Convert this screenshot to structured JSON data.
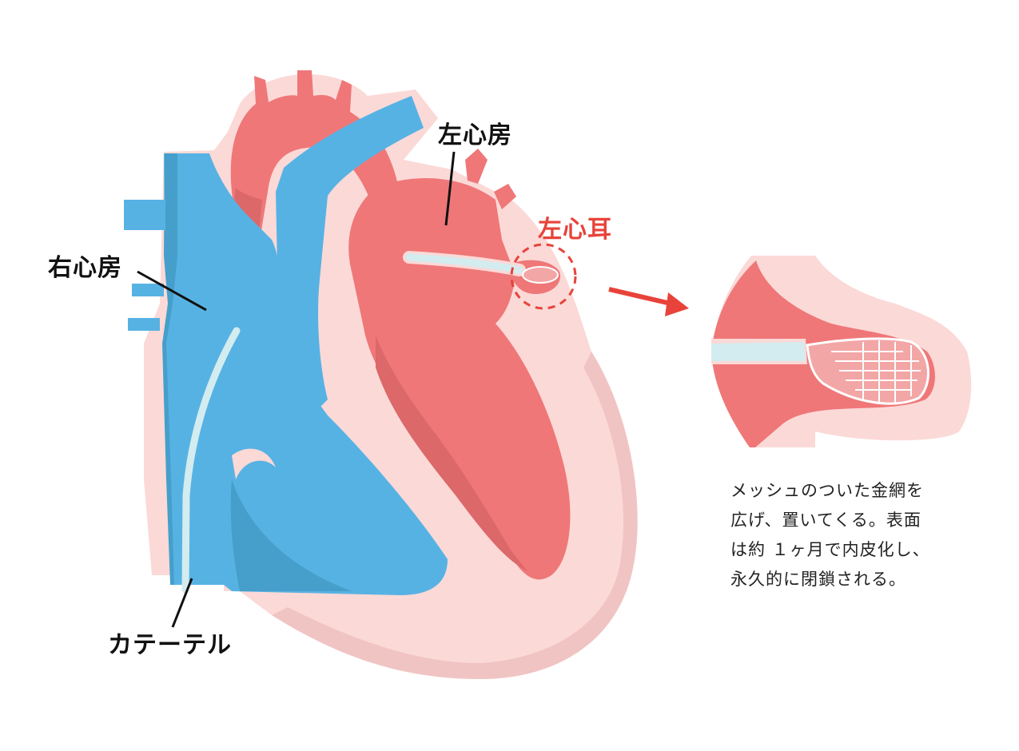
{
  "colors": {
    "tissue": "#fbd9d7",
    "tissue_shadow": "#f0c4c3",
    "oxygenated": "#ef7778",
    "oxygenated_dark": "#dc6869",
    "deoxygenated": "#57b2e4",
    "deoxygenated_dark": "#459fca",
    "catheter": "#d3ecef",
    "arrow": "#e8433a",
    "text": "#111111"
  },
  "labels": {
    "right_atrium": "右心房",
    "left_atrium": "左心房",
    "left_atrial_appendage": "左心耳",
    "catheter": "カテーテル"
  },
  "caption": {
    "lines": [
      "メッシュのついた金網を",
      "広げ、置いてくる。表面",
      "は約 １ヶ月で内皮化し、",
      "永久的に閉鎖される。"
    ]
  }
}
